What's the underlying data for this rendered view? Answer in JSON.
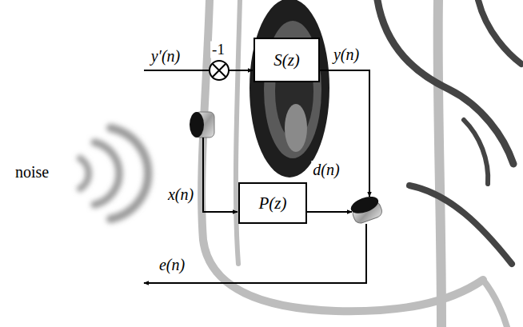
{
  "diagram": {
    "nodes": [
      {
        "text": [
          "S(z)"
        ]
      },
      {
        "text": [
          "P(z)"
        ]
      }
    ],
    "labels": [
      "noise",
      "y′(n)",
      "-1",
      "y(n)",
      "x(n)",
      "d(n)",
      "e(n)"
    ]
  }
}
